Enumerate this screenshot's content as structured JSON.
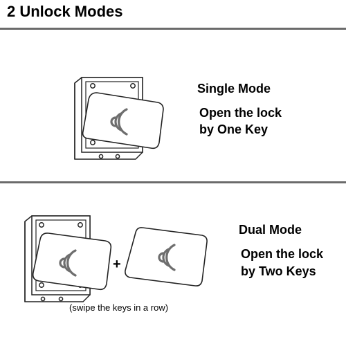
{
  "header": {
    "title": "2 Unlock Modes"
  },
  "single": {
    "name": "Single Mode",
    "desc_line1": "Open the lock",
    "desc_line2": "by One Key"
  },
  "dual": {
    "name": "Dual Mode",
    "desc_line1": "Open the lock",
    "desc_line2": "by Two Keys",
    "plus": "+",
    "caption": "(swipe the keys in a row)"
  }
}
